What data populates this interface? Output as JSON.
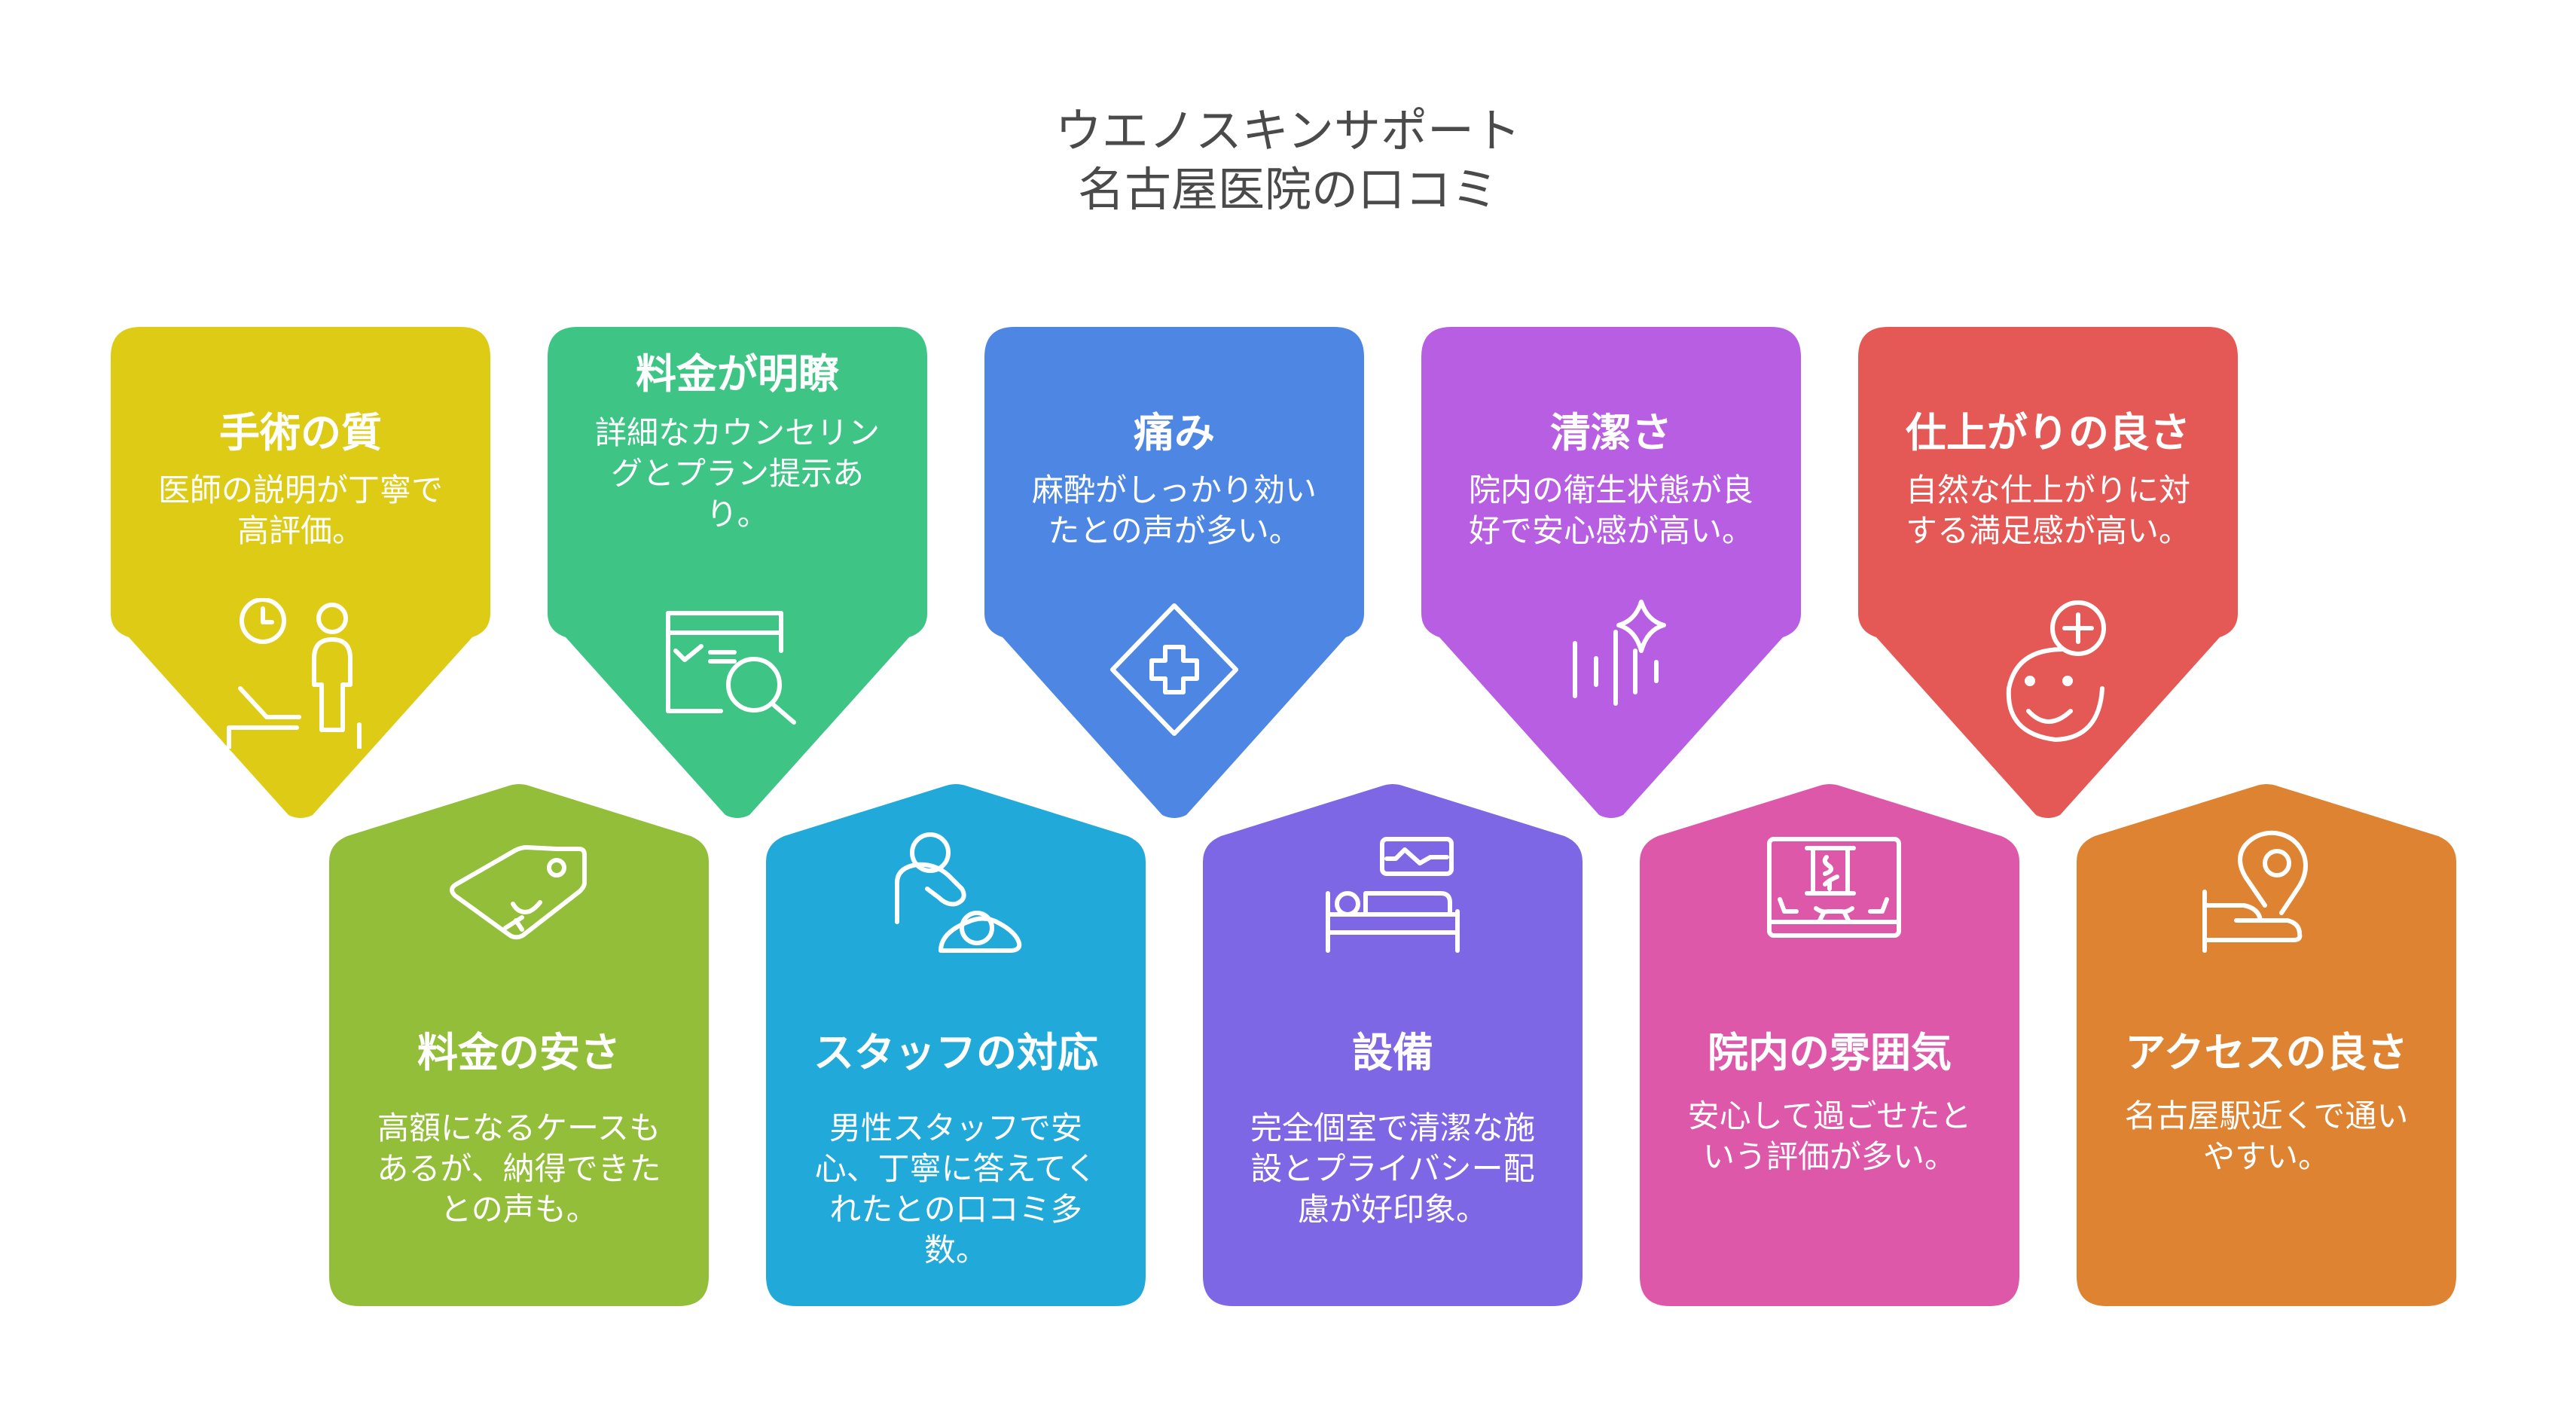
{
  "title": {
    "line1": "ウエノスキンサポート",
    "line2": "名古屋医院の口コミ"
  },
  "top_row": [
    {
      "heading": "手術の質",
      "desc": "医師の説明が丁寧で高評価。",
      "icon": "doctor-patient-icon",
      "color": "#DECB16"
    },
    {
      "heading": "料金が明瞭",
      "desc": "詳細なカウンセリングとプラン提示あり。",
      "icon": "checklist-search-icon",
      "color": "#3EC585"
    },
    {
      "heading": "痛み",
      "desc": "麻酔がしっかり効いたとの声が多い。",
      "icon": "medical-cross-diamond-icon",
      "color": "#4E87E3"
    },
    {
      "heading": "清潔さ",
      "desc": "院内の衛生状態が良好で安心感が高い。",
      "icon": "sparkle-clean-icon",
      "color": "#B75EE2"
    },
    {
      "heading": "仕上がりの良さ",
      "desc": "自然な仕上がりに対する満足感が高い。",
      "icon": "smile-plus-icon",
      "color": "#E45955"
    }
  ],
  "bottom_row": [
    {
      "heading": "料金の安さ",
      "desc": "高額になるケースもあるが、納得できたとの声も。",
      "icon": "yen-price-tag-icon",
      "color": "#93BE3A"
    },
    {
      "heading": "スタッフの対応",
      "desc": "男性スタッフで安心、丁寧に答えてくれたとの口コミ多数。",
      "icon": "caregiver-icon",
      "color": "#21A9D9"
    },
    {
      "heading": "設備",
      "desc": "完全個室で清潔な施設とプライバシー配慮が好印象。",
      "icon": "hospital-bed-monitor-icon",
      "color": "#7E67E5"
    },
    {
      "heading": "院内の雰囲気",
      "desc": "安心して過ごせたという評価が多い。",
      "icon": "interior-room-icon",
      "color": "#DD58A9"
    },
    {
      "heading": "アクセスの良さ",
      "desc": "名古屋駅近くで通いやすい。",
      "icon": "location-hand-icon",
      "color": "#DD8331"
    }
  ]
}
